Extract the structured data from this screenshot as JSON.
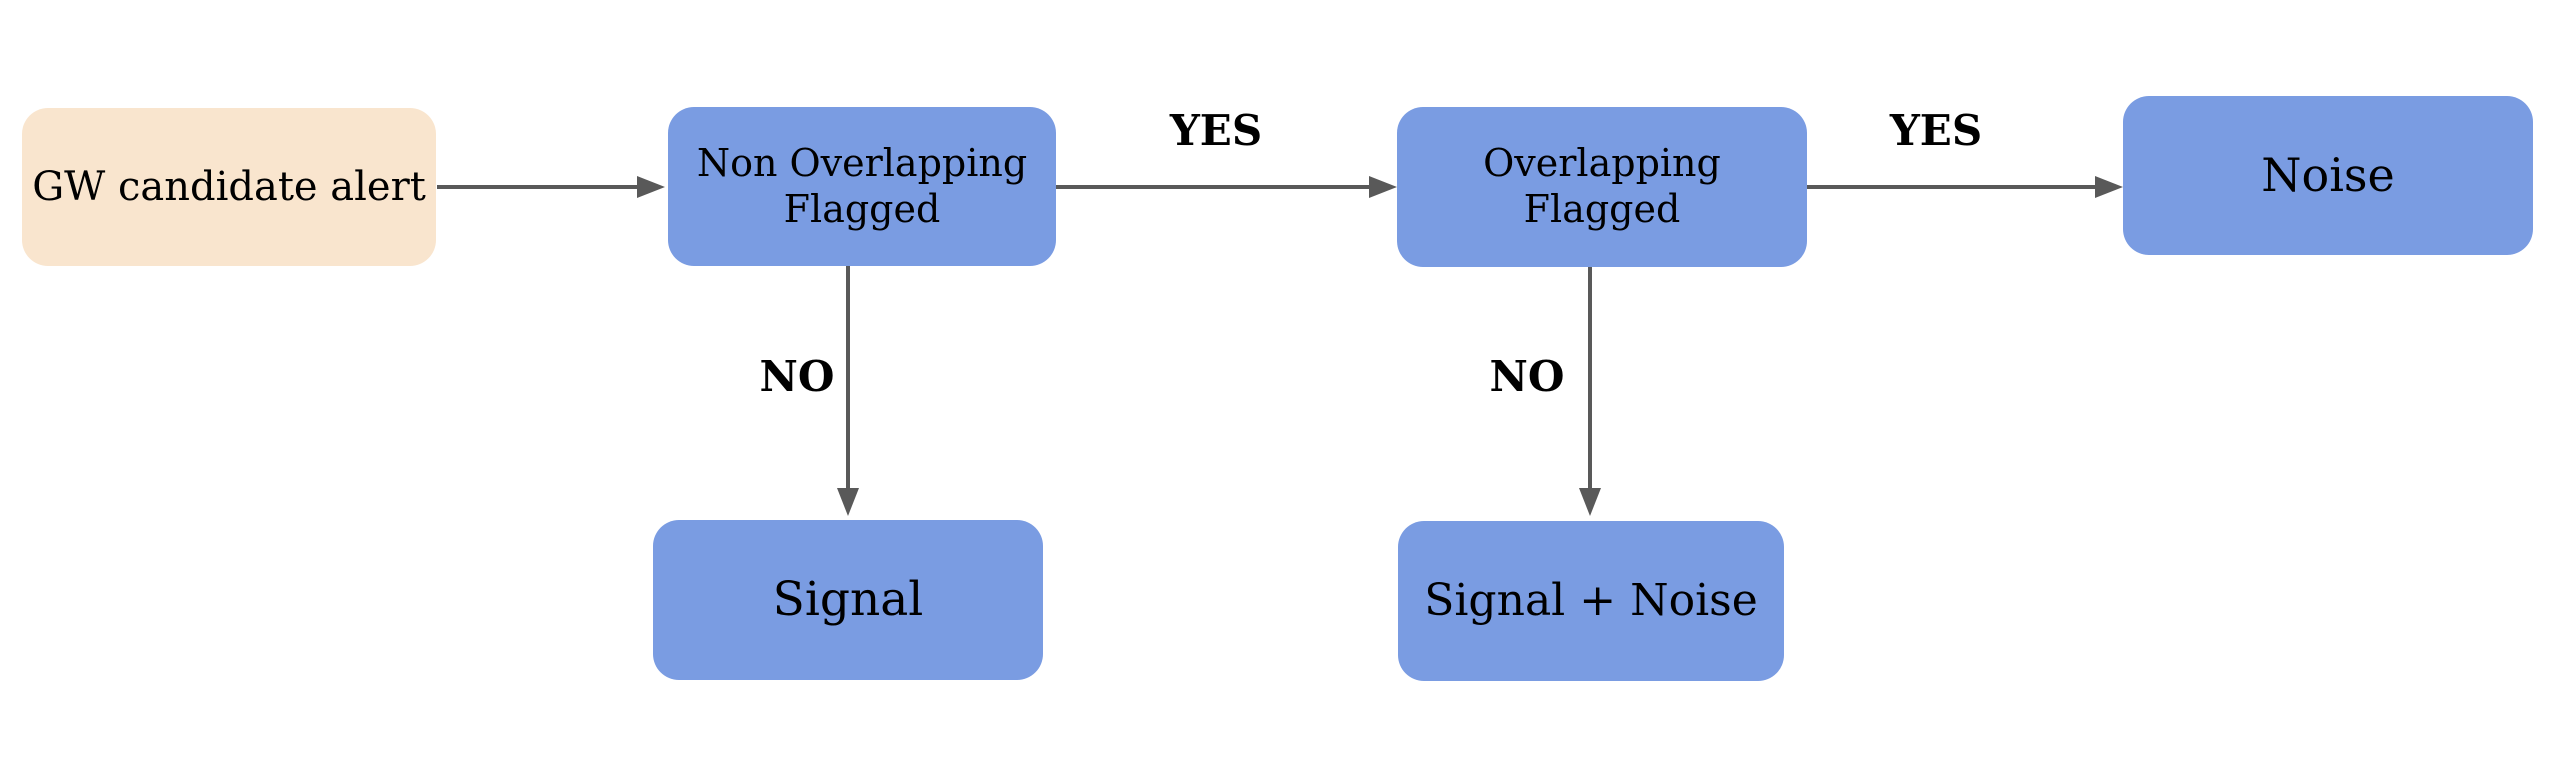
{
  "flowchart": {
    "background": "#FFFFFF",
    "text_color": "#000000",
    "arrow_color": "#595959",
    "start_node_fill": "#F9E5CE",
    "process_node_fill": "#7A9CE2",
    "nodes": [
      {
        "id": "gw-candidate-alert",
        "label": "GW candidate alert",
        "fill": "#F9E5CE"
      },
      {
        "id": "non-overlapping-flagged",
        "label": "Non Overlapping Flagged",
        "fill": "#7A9CE2"
      },
      {
        "id": "overlapping-flagged",
        "label": "Overlapping Flagged",
        "fill": "#7A9CE2"
      },
      {
        "id": "noise",
        "label": "Noise",
        "fill": "#7A9CE2"
      },
      {
        "id": "signal",
        "label": "Signal",
        "fill": "#7A9CE2"
      },
      {
        "id": "signal-plus-noise",
        "label": "Signal + Noise",
        "fill": "#7A9CE2"
      }
    ],
    "edges": [
      {
        "from": "gw-candidate-alert",
        "to": "non-overlapping-flagged",
        "label": ""
      },
      {
        "from": "non-overlapping-flagged",
        "to": "overlapping-flagged",
        "label": "YES"
      },
      {
        "from": "overlapping-flagged",
        "to": "noise",
        "label": "YES"
      },
      {
        "from": "non-overlapping-flagged",
        "to": "signal",
        "label": "NO"
      },
      {
        "from": "overlapping-flagged",
        "to": "signal-plus-noise",
        "label": "NO"
      }
    ]
  }
}
